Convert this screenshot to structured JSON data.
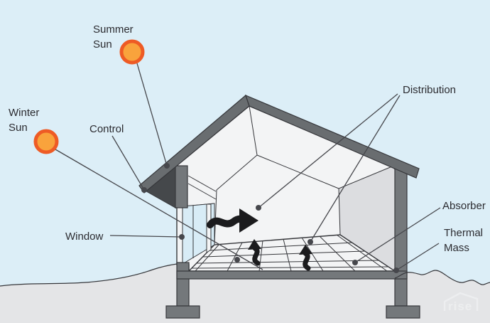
{
  "colors": {
    "sky": "#dceef7",
    "ground": "#e4e5e7",
    "roof": "#696d70",
    "structure": "#74787b",
    "soffit": "#45484b",
    "interior": "#f3f4f5",
    "wall_inner": "#dcdde0",
    "glass": "#d8ecf6",
    "line": "#36373b",
    "pointer": "#46474c",
    "sun_fill": "#f9a33c",
    "sun_stroke": "#ee5b25",
    "arrow": "#1b1b1d",
    "text": "#2b2b30",
    "watermark": "#eff0f1"
  },
  "labels": {
    "summer_sun": [
      "Summer",
      "Sun"
    ],
    "winter_sun": [
      "Winter",
      "Sun"
    ],
    "control": "Control",
    "window": "Window",
    "distribution": "Distribution",
    "absorber": "Absorber",
    "thermal_mass": [
      "Thermal",
      "Mass"
    ]
  },
  "watermark": "rise"
}
